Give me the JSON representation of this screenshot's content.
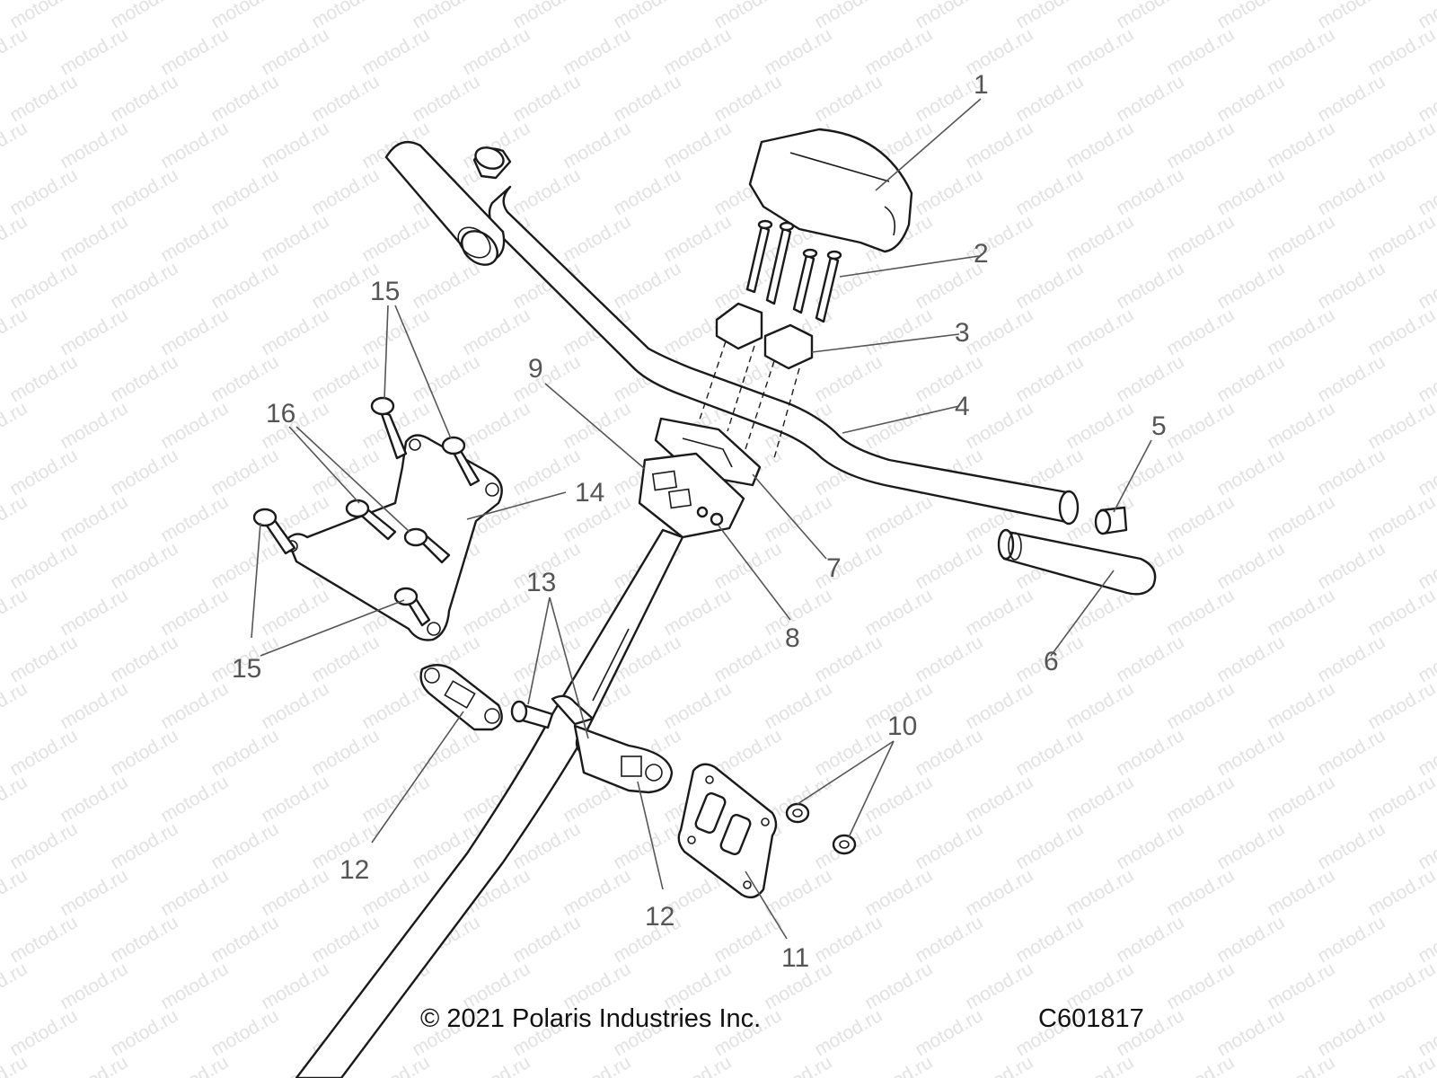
{
  "watermark": "motod.ru",
  "callouts": {
    "c1": "1",
    "c2": "2",
    "c3": "3",
    "c4": "4",
    "c5": "5",
    "c6": "6",
    "c7": "7",
    "c8": "8",
    "c9": "9",
    "c10": "10",
    "c11": "11",
    "c12a": "12",
    "c12b": "12",
    "c13": "13",
    "c14": "14",
    "c15a": "15",
    "c15b": "15",
    "c16": "16"
  },
  "footer": {
    "copyright": "© 2021 Polaris Industries Inc.",
    "drawing_number": "C601817"
  },
  "colors": {
    "line": "#1a1a1a",
    "label": "#555555",
    "watermark": "#e2e2e2"
  }
}
